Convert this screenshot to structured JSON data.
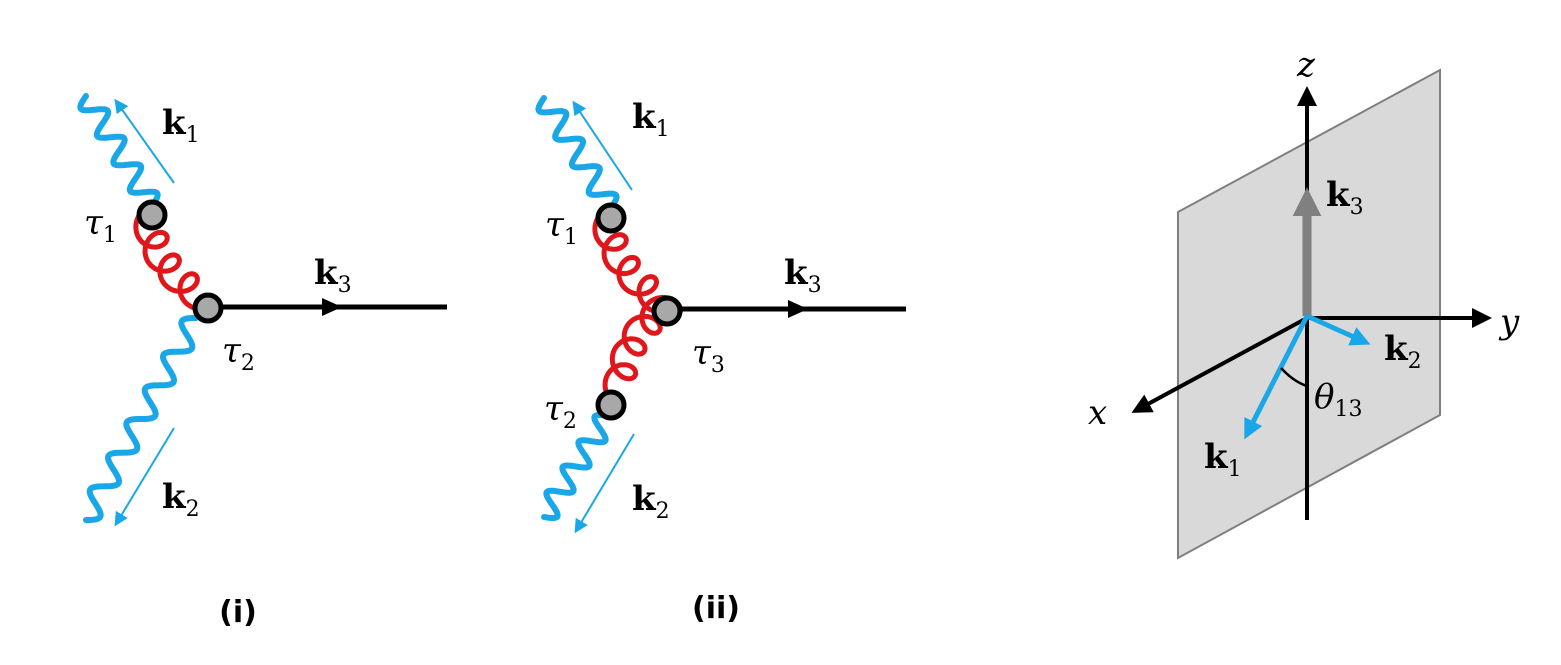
{
  "colors": {
    "photon": "#1aa7e8",
    "gluon": "#e0161b",
    "line": "#000000",
    "vertex_fill": "#a8a8a8",
    "plane_fill": "#d9d9d9",
    "plane_edge": "#7f7f7f",
    "k3_arrow": "#808080"
  },
  "diagram_i": {
    "caption": "(i)",
    "k1": "k",
    "k1_sub": "1",
    "k2": "k",
    "k2_sub": "2",
    "k3": "k",
    "k3_sub": "3",
    "tau1": "τ",
    "tau1_sub": "1",
    "tau2": "τ",
    "tau2_sub": "2"
  },
  "diagram_ii": {
    "caption": "(ii)",
    "k1": "k",
    "k1_sub": "1",
    "k2": "k",
    "k2_sub": "2",
    "k3": "k",
    "k3_sub": "3",
    "tau1": "τ",
    "tau1_sub": "1",
    "tau2": "τ",
    "tau2_sub": "2",
    "tau3": "τ",
    "tau3_sub": "3"
  },
  "axes3d": {
    "x_label": "x",
    "y_label": "y",
    "z_label": "z",
    "k1": "k",
    "k1_sub": "1",
    "k2": "k",
    "k2_sub": "2",
    "k3": "k",
    "k3_sub": "3",
    "theta": "θ",
    "theta_sub": "13"
  }
}
